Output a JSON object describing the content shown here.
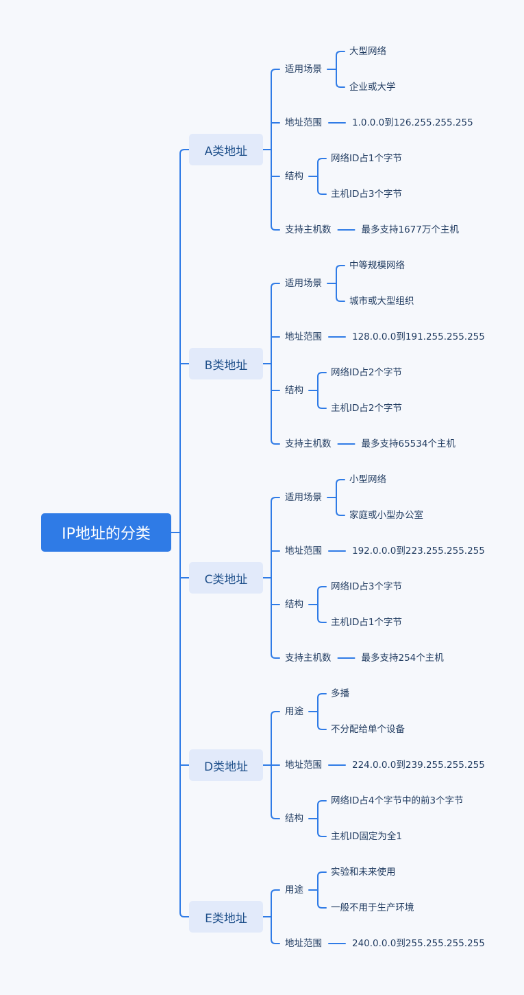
{
  "root": "IP地址的分类",
  "classes": [
    {
      "name": "A类地址",
      "items": [
        {
          "label": "适用场景",
          "children": [
            "大型网络",
            "企业或大学"
          ]
        },
        {
          "label": "地址范围",
          "value": "1.0.0.0到126.255.255.255"
        },
        {
          "label": "结构",
          "children": [
            "网络ID占1个字节",
            "主机ID占3个字节"
          ]
        },
        {
          "label": "支持主机数",
          "value": "最多支持1677万个主机"
        }
      ]
    },
    {
      "name": "B类地址",
      "items": [
        {
          "label": "适用场景",
          "children": [
            "中等规模网络",
            "城市或大型组织"
          ]
        },
        {
          "label": "地址范围",
          "value": "128.0.0.0到191.255.255.255"
        },
        {
          "label": "结构",
          "children": [
            "网络ID占2个字节",
            "主机ID占2个字节"
          ]
        },
        {
          "label": "支持主机数",
          "value": "最多支持65534个主机"
        }
      ]
    },
    {
      "name": "C类地址",
      "items": [
        {
          "label": "适用场景",
          "children": [
            "小型网络",
            "家庭或小型办公室"
          ]
        },
        {
          "label": "地址范围",
          "value": "192.0.0.0到223.255.255.255"
        },
        {
          "label": "结构",
          "children": [
            "网络ID占3个字节",
            "主机ID占1个字节"
          ]
        },
        {
          "label": "支持主机数",
          "value": "最多支持254个主机"
        }
      ]
    },
    {
      "name": "D类地址",
      "items": [
        {
          "label": "用途",
          "children": [
            "多播",
            "不分配给单个设备"
          ]
        },
        {
          "label": "地址范围",
          "value": "224.0.0.0到239.255.255.255"
        },
        {
          "label": "结构",
          "children": [
            "网络ID占4个字节中的前3个字节",
            "主机ID固定为全1"
          ]
        }
      ]
    },
    {
      "name": "E类地址",
      "items": [
        {
          "label": "用途",
          "children": [
            "实验和未来使用",
            "一般不用于生产环境"
          ]
        },
        {
          "label": "地址范围",
          "value": "240.0.0.0到255.255.255.255"
        }
      ]
    }
  ],
  "colors": {
    "line": "#2f7be6",
    "root_bg": "#2f7be6",
    "class_bg": "#e2eafa",
    "text": "#1f3a5f"
  }
}
